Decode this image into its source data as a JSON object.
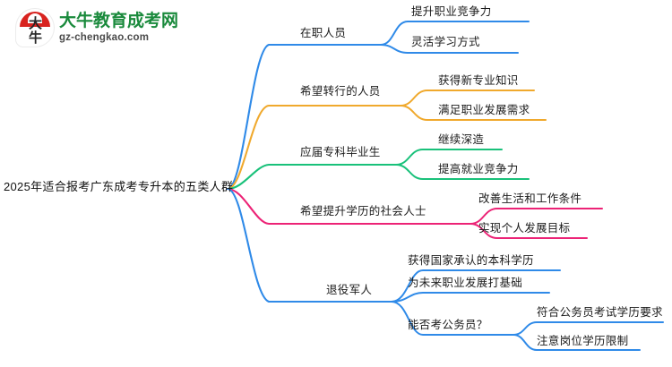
{
  "logo": {
    "badge_char_1": "大",
    "badge_char_2": "牛",
    "title": "大牛教育成考网",
    "subtitle": "gz-chengkao.com",
    "brand_green": "#1a8a3c",
    "brand_red": "#d8231f"
  },
  "mindmap": {
    "root": {
      "label": "2025年适合报考广东成考专升本的五类人群"
    },
    "colors": {
      "blue": "#2f8ae8",
      "orange": "#f0a92d",
      "green": "#19c17a",
      "pink": "#ec2376"
    },
    "branches": [
      {
        "label": "在职人员",
        "color": "#2f8ae8",
        "children": [
          {
            "label": "提升职业竞争力"
          },
          {
            "label": "灵活学习方式"
          }
        ]
      },
      {
        "label": "希望转行的人员",
        "color": "#f0a92d",
        "children": [
          {
            "label": "获得新专业知识"
          },
          {
            "label": "满足职业发展需求"
          }
        ]
      },
      {
        "label": "应届专科毕业生",
        "color": "#19c17a",
        "children": [
          {
            "label": "继续深造"
          },
          {
            "label": "提高就业竞争力"
          }
        ]
      },
      {
        "label": "希望提升学历的社会人士",
        "color": "#ec2376",
        "children": [
          {
            "label": "改善生活和工作条件"
          },
          {
            "label": "实现个人发展目标"
          }
        ]
      },
      {
        "label": "退役军人",
        "color": "#2f8ae8",
        "children": [
          {
            "label": "获得国家承认的本科学历"
          },
          {
            "label": "为未来职业发展打基础"
          },
          {
            "label": "能否考公务员？",
            "children": [
              {
                "label": "符合公务员考试学历要求"
              },
              {
                "label": "注意岗位学历限制"
              }
            ]
          }
        ]
      }
    ]
  }
}
